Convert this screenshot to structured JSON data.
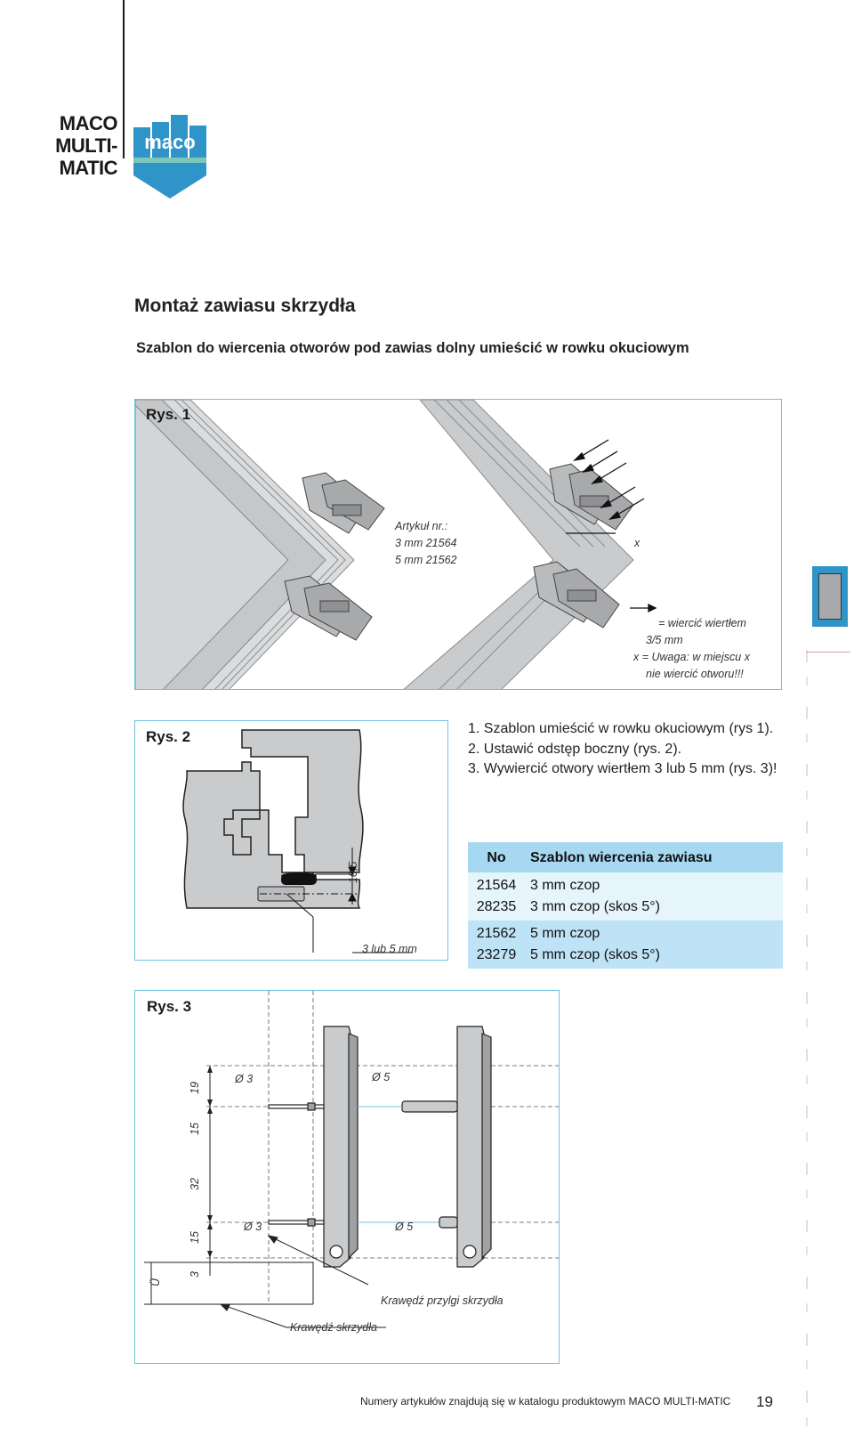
{
  "header": {
    "brand_line1": "MACO",
    "brand_line2": "MULTI-MATIC",
    "logo_text": "maco"
  },
  "title": "Montaż zawiasu skrzydła",
  "subtitle": "Szablon do wiercenia otworów pod zawias dolny umieścić w rowku okuciowym",
  "figure1": {
    "label": "Rys. 1",
    "article_heading": "Artykuł nr.:",
    "article_line1": "3 mm 21564",
    "article_line2": "5 mm 21562",
    "x_marker": "x",
    "legend_line1": "= wiercić wiertłem",
    "legend_line2": "3/5 mm",
    "legend_line3": "x = Uwaga: w miejscu x",
    "legend_line4": "nie wiercić otworu!!!"
  },
  "figure2": {
    "label": "Rys. 2",
    "dim_vertical": "10,5",
    "dim_note": "3 lub 5 mm"
  },
  "steps": [
    "1. Szablon umieścić w rowku okuciowym (rys 1).",
    "2. Ustawić odstęp boczny (rys. 2).",
    "3. Wywiercić otwory wiertłem 3 lub 5 mm (rys. 3)!"
  ],
  "table": {
    "headers": [
      "No",
      "Szablon wiercenia zawiasu"
    ],
    "rows": [
      {
        "no": "21564",
        "desc": "3 mm czop"
      },
      {
        "no": "28235",
        "desc": "3 mm czop (skos 5°)"
      },
      {
        "no": "21562",
        "desc": "5 mm czop"
      },
      {
        "no": "23279",
        "desc": "5 mm czop (skos  5°)"
      }
    ]
  },
  "figure3": {
    "label": "Rys. 3",
    "dims": [
      "19",
      "15",
      "32",
      "15",
      "3",
      "Ü"
    ],
    "dia_3_top": "Ø 3",
    "dia_5_top": "Ø 5",
    "dia_3_bottom": "Ø 3",
    "dia_5_bottom": "Ø 5",
    "label_rebate_edge": "Krawędź przylgi skrzydła",
    "label_sash_edge": "Krawędź skrzydła"
  },
  "footer": {
    "text": "Numery artykułów znajdują się w katalogu produktowym MACO MULTI-MATIC",
    "page_number": "19"
  },
  "colors": {
    "accent_blue": "#2f94c8",
    "frame_blue": "#6fc3e0",
    "table_header": "#a7d8f2",
    "table_group1": "#e6f4fb",
    "table_group2": "#bfe3f6",
    "profile_gray": "#c9cbcd"
  }
}
